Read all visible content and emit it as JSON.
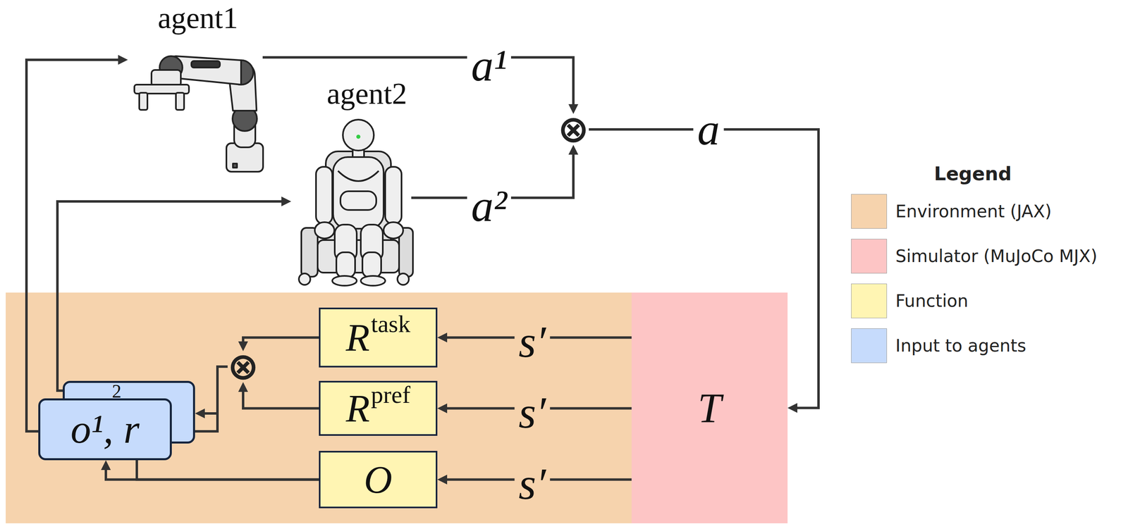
{
  "diagram": {
    "nodes": [
      {
        "text": [
          "agent1"
        ]
      },
      {
        "text": [
          "agent2"
        ]
      },
      {
        "text": [
          "⊗"
        ]
      },
      {
        "text": [
          "R",
          "task"
        ]
      },
      {
        "text": [
          "R",
          "pref"
        ]
      },
      {
        "text": [
          "O"
        ]
      },
      {
        "text": [
          "T"
        ]
      },
      {
        "text": [
          "⊗"
        ]
      },
      {
        "text": [
          "o¹, r"
        ]
      },
      {
        "text": [
          "2"
        ]
      }
    ],
    "edges": [
      {
        "from": 0,
        "to": 2,
        "label": "a¹",
        "arrow": "to"
      },
      {
        "from": 1,
        "to": 2,
        "label": "a²",
        "arrow": "to"
      },
      {
        "from": 2,
        "to": 6,
        "label": "a",
        "arrow": "to"
      },
      {
        "from": 6,
        "to": 3,
        "label": "s′",
        "arrow": "to"
      },
      {
        "from": 6,
        "to": 4,
        "label": "s′",
        "arrow": "to"
      },
      {
        "from": 6,
        "to": 5,
        "label": "s′",
        "arrow": "to"
      },
      {
        "from": 3,
        "to": 7,
        "arrow": "to"
      },
      {
        "from": 4,
        "to": 7,
        "arrow": "to"
      },
      {
        "from": 7,
        "to": 8,
        "arrow": "to"
      },
      {
        "from": 7,
        "to": 9,
        "arrow": "to"
      },
      {
        "from": 5,
        "to": 8,
        "arrow": "to"
      },
      {
        "from": 5,
        "to": 9,
        "arrow": "none"
      },
      {
        "from": 8,
        "to": 0,
        "arrow": "to"
      },
      {
        "from": 9,
        "to": 1,
        "arrow": "to"
      }
    ],
    "labels": [
      "Legend"
    ],
    "legend": [
      {
        "text": "Environment (JAX)",
        "color": "#f6d3ad"
      },
      {
        "text": "Simulator (MuJoCo MJX)",
        "color": "#fdc5c5"
      },
      {
        "text": "Function",
        "color": "#fff5b3"
      },
      {
        "text": "Input to agents",
        "color": "#c6dbfc"
      }
    ]
  }
}
